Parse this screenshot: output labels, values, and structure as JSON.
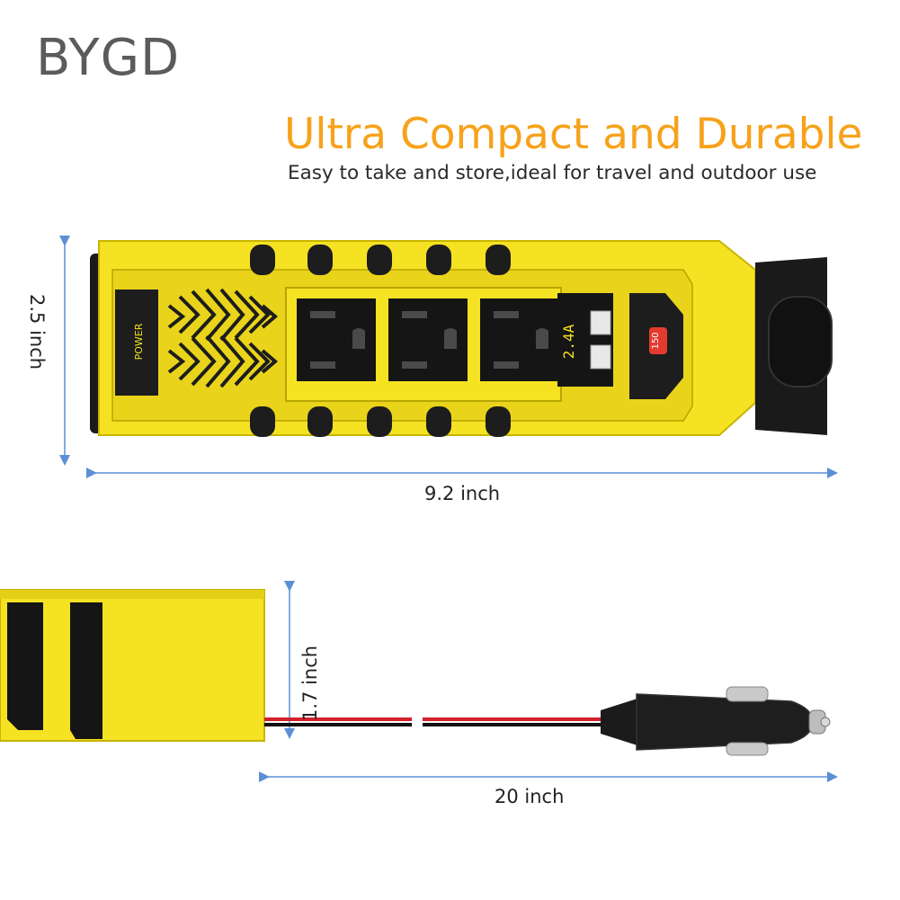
{
  "brand": {
    "logo_text": "BYGD"
  },
  "hero": {
    "headline": "Ultra Compact and Durable",
    "subline": "Easy to take and store,ideal for travel and outdoor use"
  },
  "product": {
    "power_label": "POWER",
    "usb_label": "2.4A",
    "wattage_badge": "150"
  },
  "dimensions": {
    "height": "2.5 inch",
    "width": "9.2 inch",
    "thickness": "1.7 inch",
    "cable_length": "20 inch"
  },
  "colors": {
    "accent": "#f7a21b",
    "body_yellow": "#f5e223",
    "dim_line": "#5b8fd6"
  }
}
